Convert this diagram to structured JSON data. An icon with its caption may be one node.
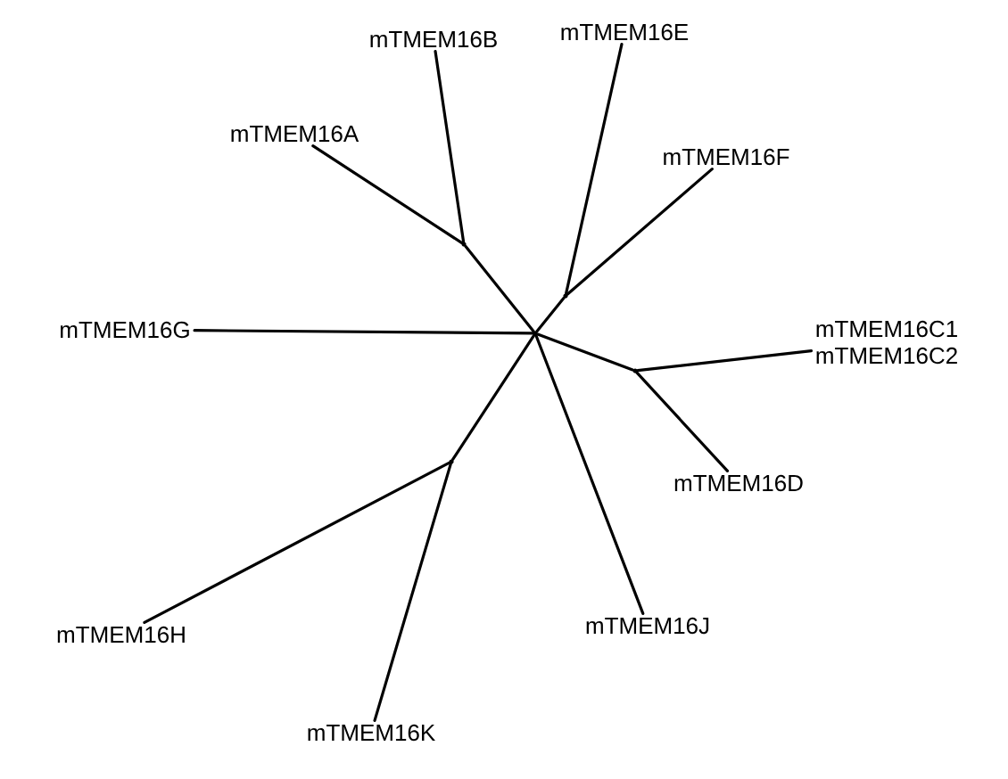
{
  "diagram": {
    "nodes": [
      {
        "text": [
          "mTMEM16B"
        ]
      },
      {
        "text": [
          "mTMEM16E"
        ]
      },
      {
        "text": [
          "mTMEM16A"
        ]
      },
      {
        "text": [
          "mTMEM16F"
        ]
      },
      {
        "text": [
          "mTMEM16G"
        ]
      },
      {
        "text": [
          "mTMEM16C1",
          "mTMEM16C2"
        ]
      },
      {
        "text": [
          "mTMEM16D"
        ]
      },
      {
        "text": [
          "mTMEM16H"
        ]
      },
      {
        "text": [
          "mTMEM16J"
        ]
      },
      {
        "text": [
          "mTMEM16K"
        ]
      },
      {
        "text": [],
        "shape": "point"
      },
      {
        "text": [],
        "shape": "point"
      },
      {
        "text": [],
        "shape": "point"
      },
      {
        "text": [],
        "shape": "point"
      },
      {
        "text": [],
        "shape": "point"
      }
    ],
    "edges": [
      {
        "from": 10,
        "to": 11,
        "arrow": "none"
      },
      {
        "from": 11,
        "to": 0,
        "arrow": "none"
      },
      {
        "from": 11,
        "to": 2,
        "arrow": "none"
      },
      {
        "from": 10,
        "to": 12,
        "arrow": "none"
      },
      {
        "from": 12,
        "to": 1,
        "arrow": "none"
      },
      {
        "from": 12,
        "to": 3,
        "arrow": "none"
      },
      {
        "from": 10,
        "to": 4,
        "arrow": "none"
      },
      {
        "from": 10,
        "to": 13,
        "arrow": "none"
      },
      {
        "from": 13,
        "to": 5,
        "arrow": "none"
      },
      {
        "from": 13,
        "to": 6,
        "arrow": "none"
      },
      {
        "from": 10,
        "to": 8,
        "arrow": "none"
      },
      {
        "from": 10,
        "to": 14,
        "arrow": "none"
      },
      {
        "from": 14,
        "to": 7,
        "arrow": "none"
      },
      {
        "from": 14,
        "to": 9,
        "arrow": "none"
      }
    ]
  }
}
